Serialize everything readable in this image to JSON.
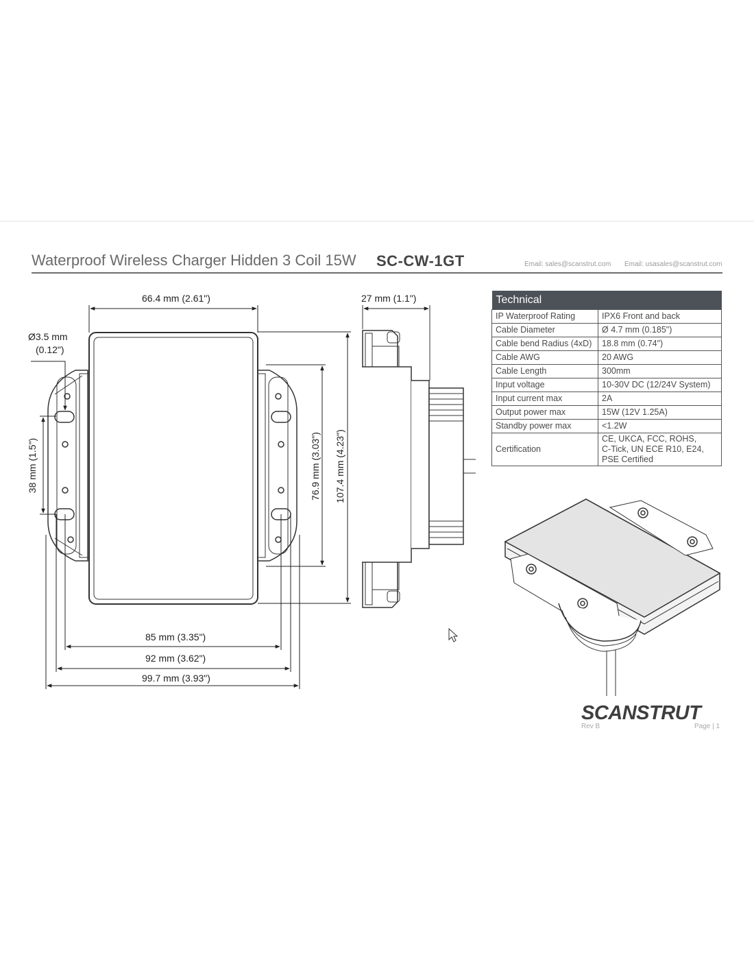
{
  "header": {
    "title": "Waterproof Wireless Charger Hidden 3 Coil 15W",
    "model": "SC-CW-1GT",
    "email_sales": "Email: sales@scanstrut.com",
    "email_us_sales": "Email: usasales@scanstrut.com"
  },
  "dimensions": {
    "width_top": "66.4 mm (2.61\")",
    "depth": "27 mm (1.1\")",
    "hole": "Ø3.5 mm",
    "hole_in": "(0.12\")",
    "hole_spacing": "38 mm (1.5\")",
    "height_inner": "76.9 mm (3.03\")",
    "height_total": "107.4 mm (4.23\")",
    "width_85": "85 mm (3.35\")",
    "width_92": "92 mm (3.62\")",
    "width_99": "99.7 mm (3.93\")"
  },
  "technical": {
    "heading": "Technical",
    "rows": [
      {
        "label": "IP Waterproof Rating",
        "value": "IPX6 Front and back"
      },
      {
        "label": "Cable Diameter",
        "value": "Ø 4.7 mm (0.185\")"
      },
      {
        "label": "Cable bend Radius (4xD)",
        "value": "18.8 mm (0.74\")"
      },
      {
        "label": "Cable AWG",
        "value": "20 AWG"
      },
      {
        "label": "Cable Length",
        "value": "300mm"
      },
      {
        "label": "Input voltage",
        "value": "10-30V DC (12/24V System)"
      },
      {
        "label": "Input current max",
        "value": "2A"
      },
      {
        "label": "Output power max",
        "value": "15W (12V 1.25A)"
      },
      {
        "label": "Standby power max",
        "value": "<1.2W"
      }
    ],
    "certification_label": "Certification",
    "certification_lines": [
      "CE, UKCA, FCC, ROHS,",
      "C-Tick, UN ECE R10, E24,",
      "PSE Certified"
    ]
  },
  "footer": {
    "brand": "SCANSTRUT",
    "rev": "Rev B",
    "page": "Page |  1"
  },
  "icons": {
    "cursor": "mouse-pointer-icon"
  }
}
